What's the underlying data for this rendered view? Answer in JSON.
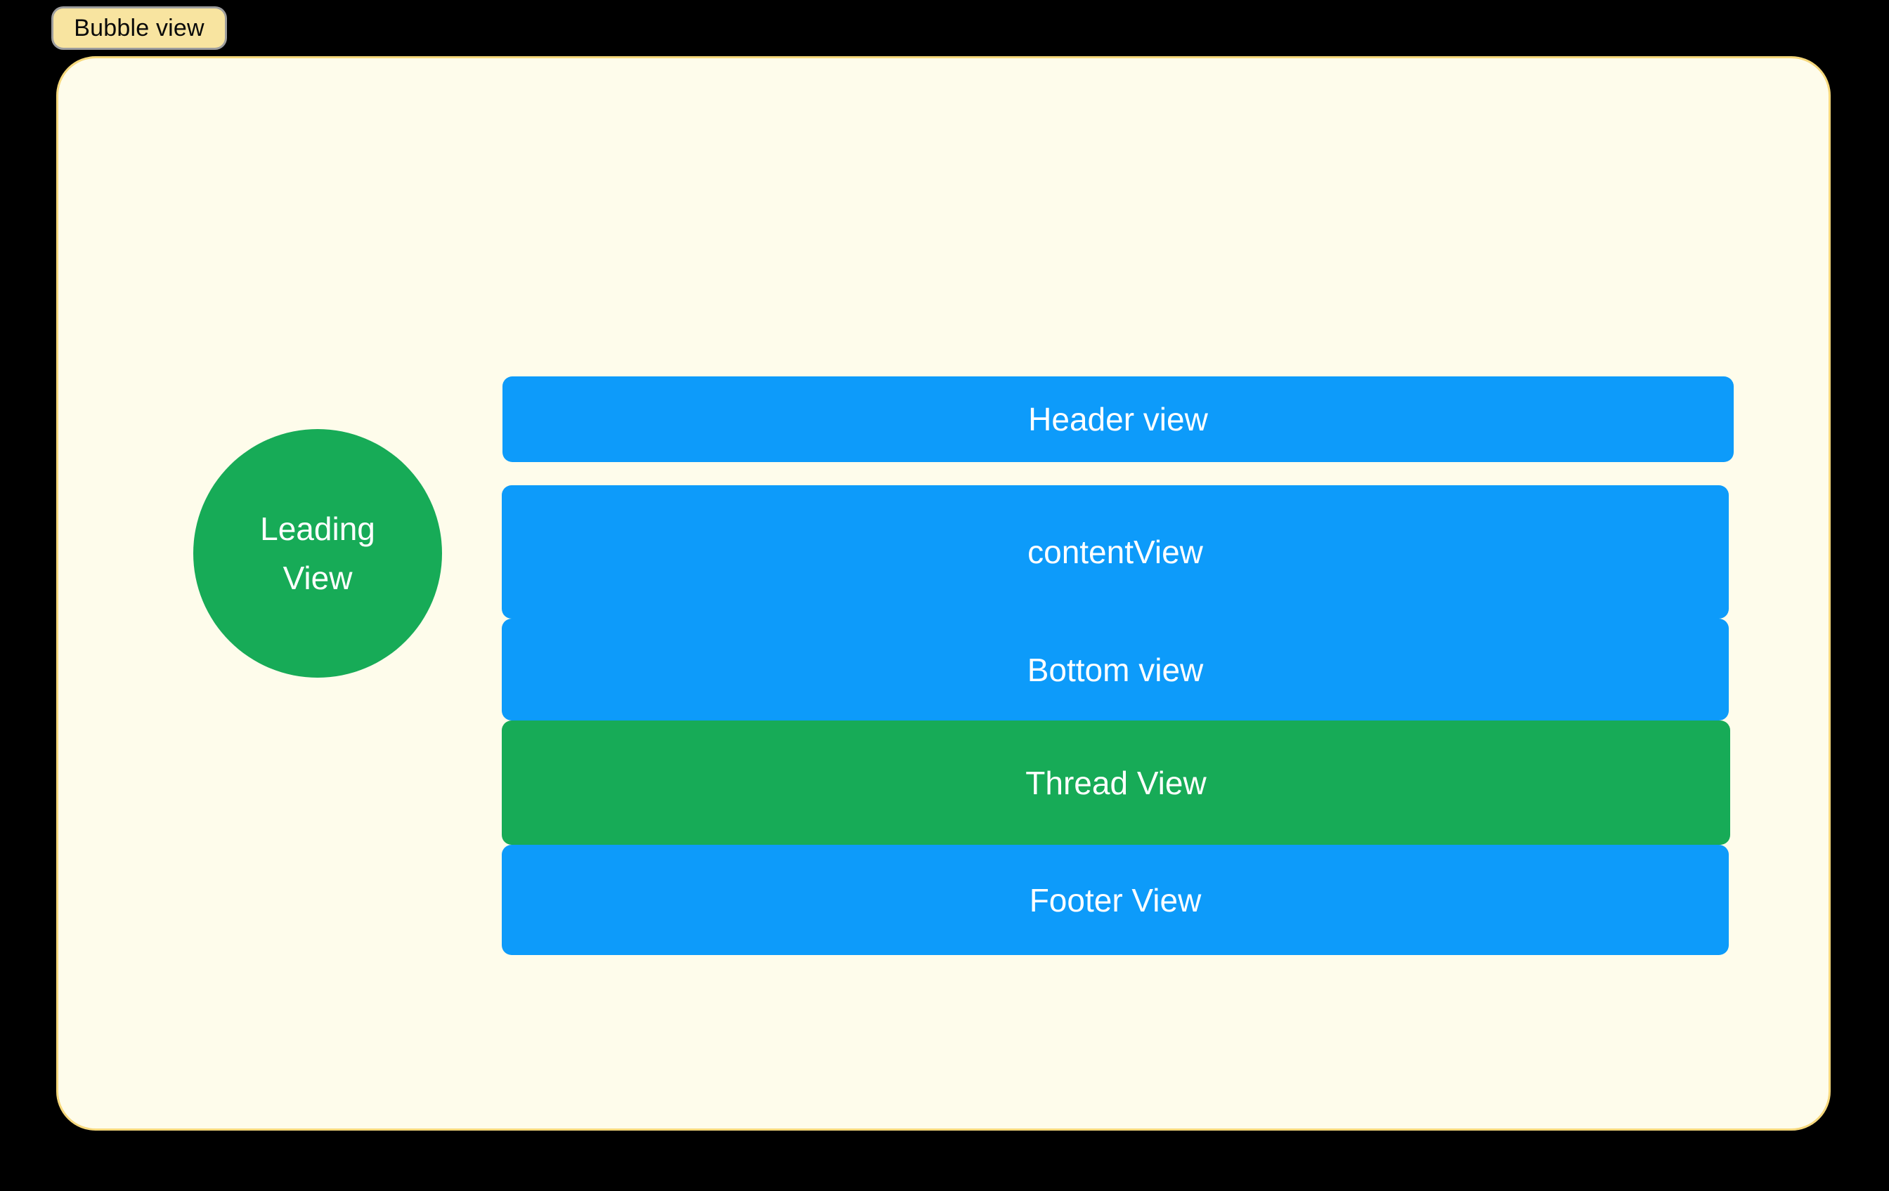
{
  "screen": {
    "background": "#000000"
  },
  "bubble_tab": {
    "label": "Bubble view",
    "bg": "#f8e4a0",
    "text_color": "#0a0a0a"
  },
  "panel": {
    "bg": "#fefceb",
    "border_color": "#f6d87c"
  },
  "leading_view": {
    "line1": "Leading",
    "line2": "View",
    "bg": "#17ab57",
    "text_color": "#ffffff"
  },
  "bars": [
    {
      "id": "header",
      "label": "Header view",
      "bg": "#0d9bfa"
    },
    {
      "id": "content",
      "label": "contentView",
      "bg": "#0d9bfa"
    },
    {
      "id": "bottom",
      "label": "Bottom view",
      "bg": "#0d9bfa"
    },
    {
      "id": "thread",
      "label": "Thread View",
      "bg": "#17ab57"
    },
    {
      "id": "footer",
      "label": "Footer View",
      "bg": "#0d9bfa"
    }
  ]
}
